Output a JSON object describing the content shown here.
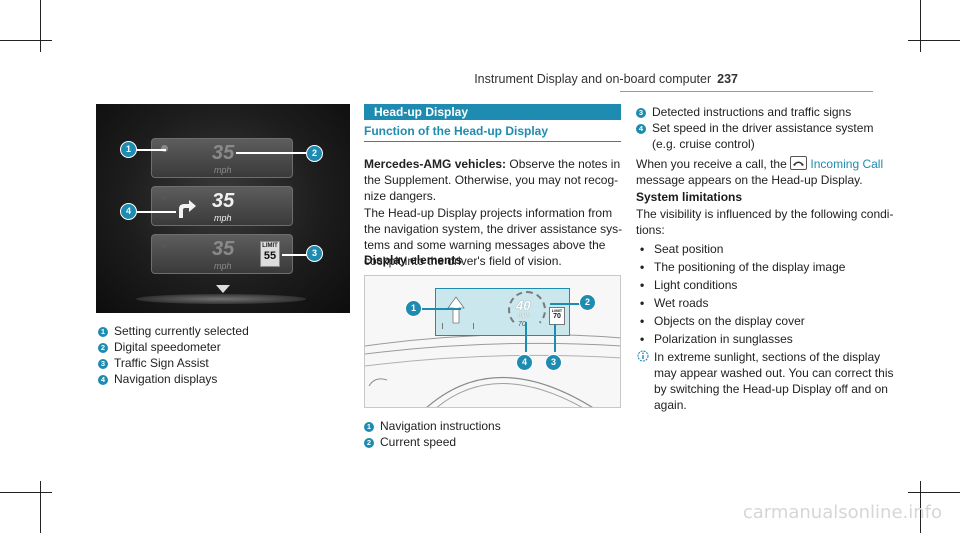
{
  "header": {
    "title": "Instrument Display and on-board computer",
    "page": "237"
  },
  "fig1": {
    "tiles": [
      {
        "speed": "35",
        "unit": "mph"
      },
      {
        "speed": "35",
        "unit": "mph"
      },
      {
        "speed": "35",
        "unit": "mph",
        "limit_label": "LIMIT",
        "limit_value": "55"
      }
    ],
    "callouts": [
      "1",
      "2",
      "3",
      "4"
    ],
    "legend": [
      {
        "n": "1",
        "text": "Setting currently selected"
      },
      {
        "n": "2",
        "text": "Digital speedometer"
      },
      {
        "n": "3",
        "text": "Traffic Sign Assist"
      },
      {
        "n": "4",
        "text": "Navigation displays"
      }
    ]
  },
  "section": {
    "title": "Head-up Display",
    "subtitle": "Function of the Head-up Display",
    "p1_bold": "Mercedes-AMG vehicles:",
    "p1_l1": " Observe the notes in",
    "p1_l2": "the Supplement. Otherwise, you may not recog-",
    "p1_l3": "nize dangers.",
    "p2_l1": "The Head-up Display projects information from",
    "p2_l2": "the navigation system, the driver assistance sys-",
    "p2_l3": "tems and some warning messages above the",
    "p2_l4": "cockpit into the driver's field of vision.",
    "display_elements": "Display elements"
  },
  "fig2": {
    "speed": "40",
    "unit": "mph",
    "limit_label": "LIMIT",
    "limit_value": "70",
    "set_speed": "70",
    "callouts": [
      "1",
      "2",
      "3",
      "4"
    ],
    "legend": [
      {
        "n": "1",
        "text": "Navigation instructions"
      },
      {
        "n": "2",
        "text": "Current speed"
      }
    ]
  },
  "right": {
    "legend": [
      {
        "n": "3",
        "text": "Detected instructions and traffic signs"
      },
      {
        "n": "4",
        "text_l1": "Set speed in the driver assistance system",
        "text_l2": "(e.g. cruise control)"
      }
    ],
    "call_l1_a": "When you receive a call, the ",
    "call_icon": "phone-icon",
    "call_link": "Incoming Call",
    "call_l2": "message appears on the Head-up Display.",
    "limits_title": "System limitations",
    "limits_l1": "The visibility is influenced by the following condi-",
    "limits_l2": "tions:",
    "bullets": [
      "Seat position",
      "The positioning of the display image",
      "Light conditions",
      "Wet roads",
      "Objects on the display cover",
      "Polarization in sunglasses"
    ],
    "note_l1": "In extreme sunlight, sections of the display",
    "note_l2": "may appear washed out. You can correct this",
    "note_l3": "by switching the Head-up Display off and on",
    "note_l4": "again."
  },
  "watermark": "carmanualsonline.info"
}
